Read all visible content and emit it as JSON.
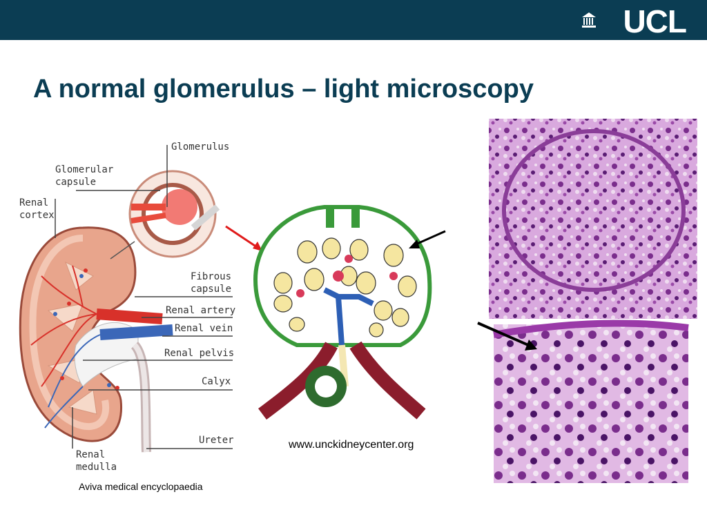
{
  "header": {
    "logo_text": "UCL",
    "bar_color": "#0b3d53"
  },
  "slide": {
    "title": "A normal glomerulus – light microscopy"
  },
  "kidney_diagram": {
    "labels": {
      "glomerulus": "Glomerulus",
      "glomerular_capsule": "Glomerular\ncapsule",
      "renal_cortex": "Renal\ncortex",
      "fibrous_capsule": "Fibrous\ncapsule",
      "renal_artery": "Renal artery",
      "renal_vein": "Renal vein",
      "renal_pelvis": "Renal pelvis",
      "calyx": "Calyx",
      "ureter": "Ureter",
      "renal_medulla": "Renal\nmedulla"
    },
    "credit": "Aviva medical encyclopaedia"
  },
  "glomerulus_diagram": {
    "credit": "www.unckidneycenter.org"
  },
  "micrograph": {
    "stain_colors": [
      "#c98bd0",
      "#7a2d8c",
      "#e9c9ea"
    ]
  }
}
